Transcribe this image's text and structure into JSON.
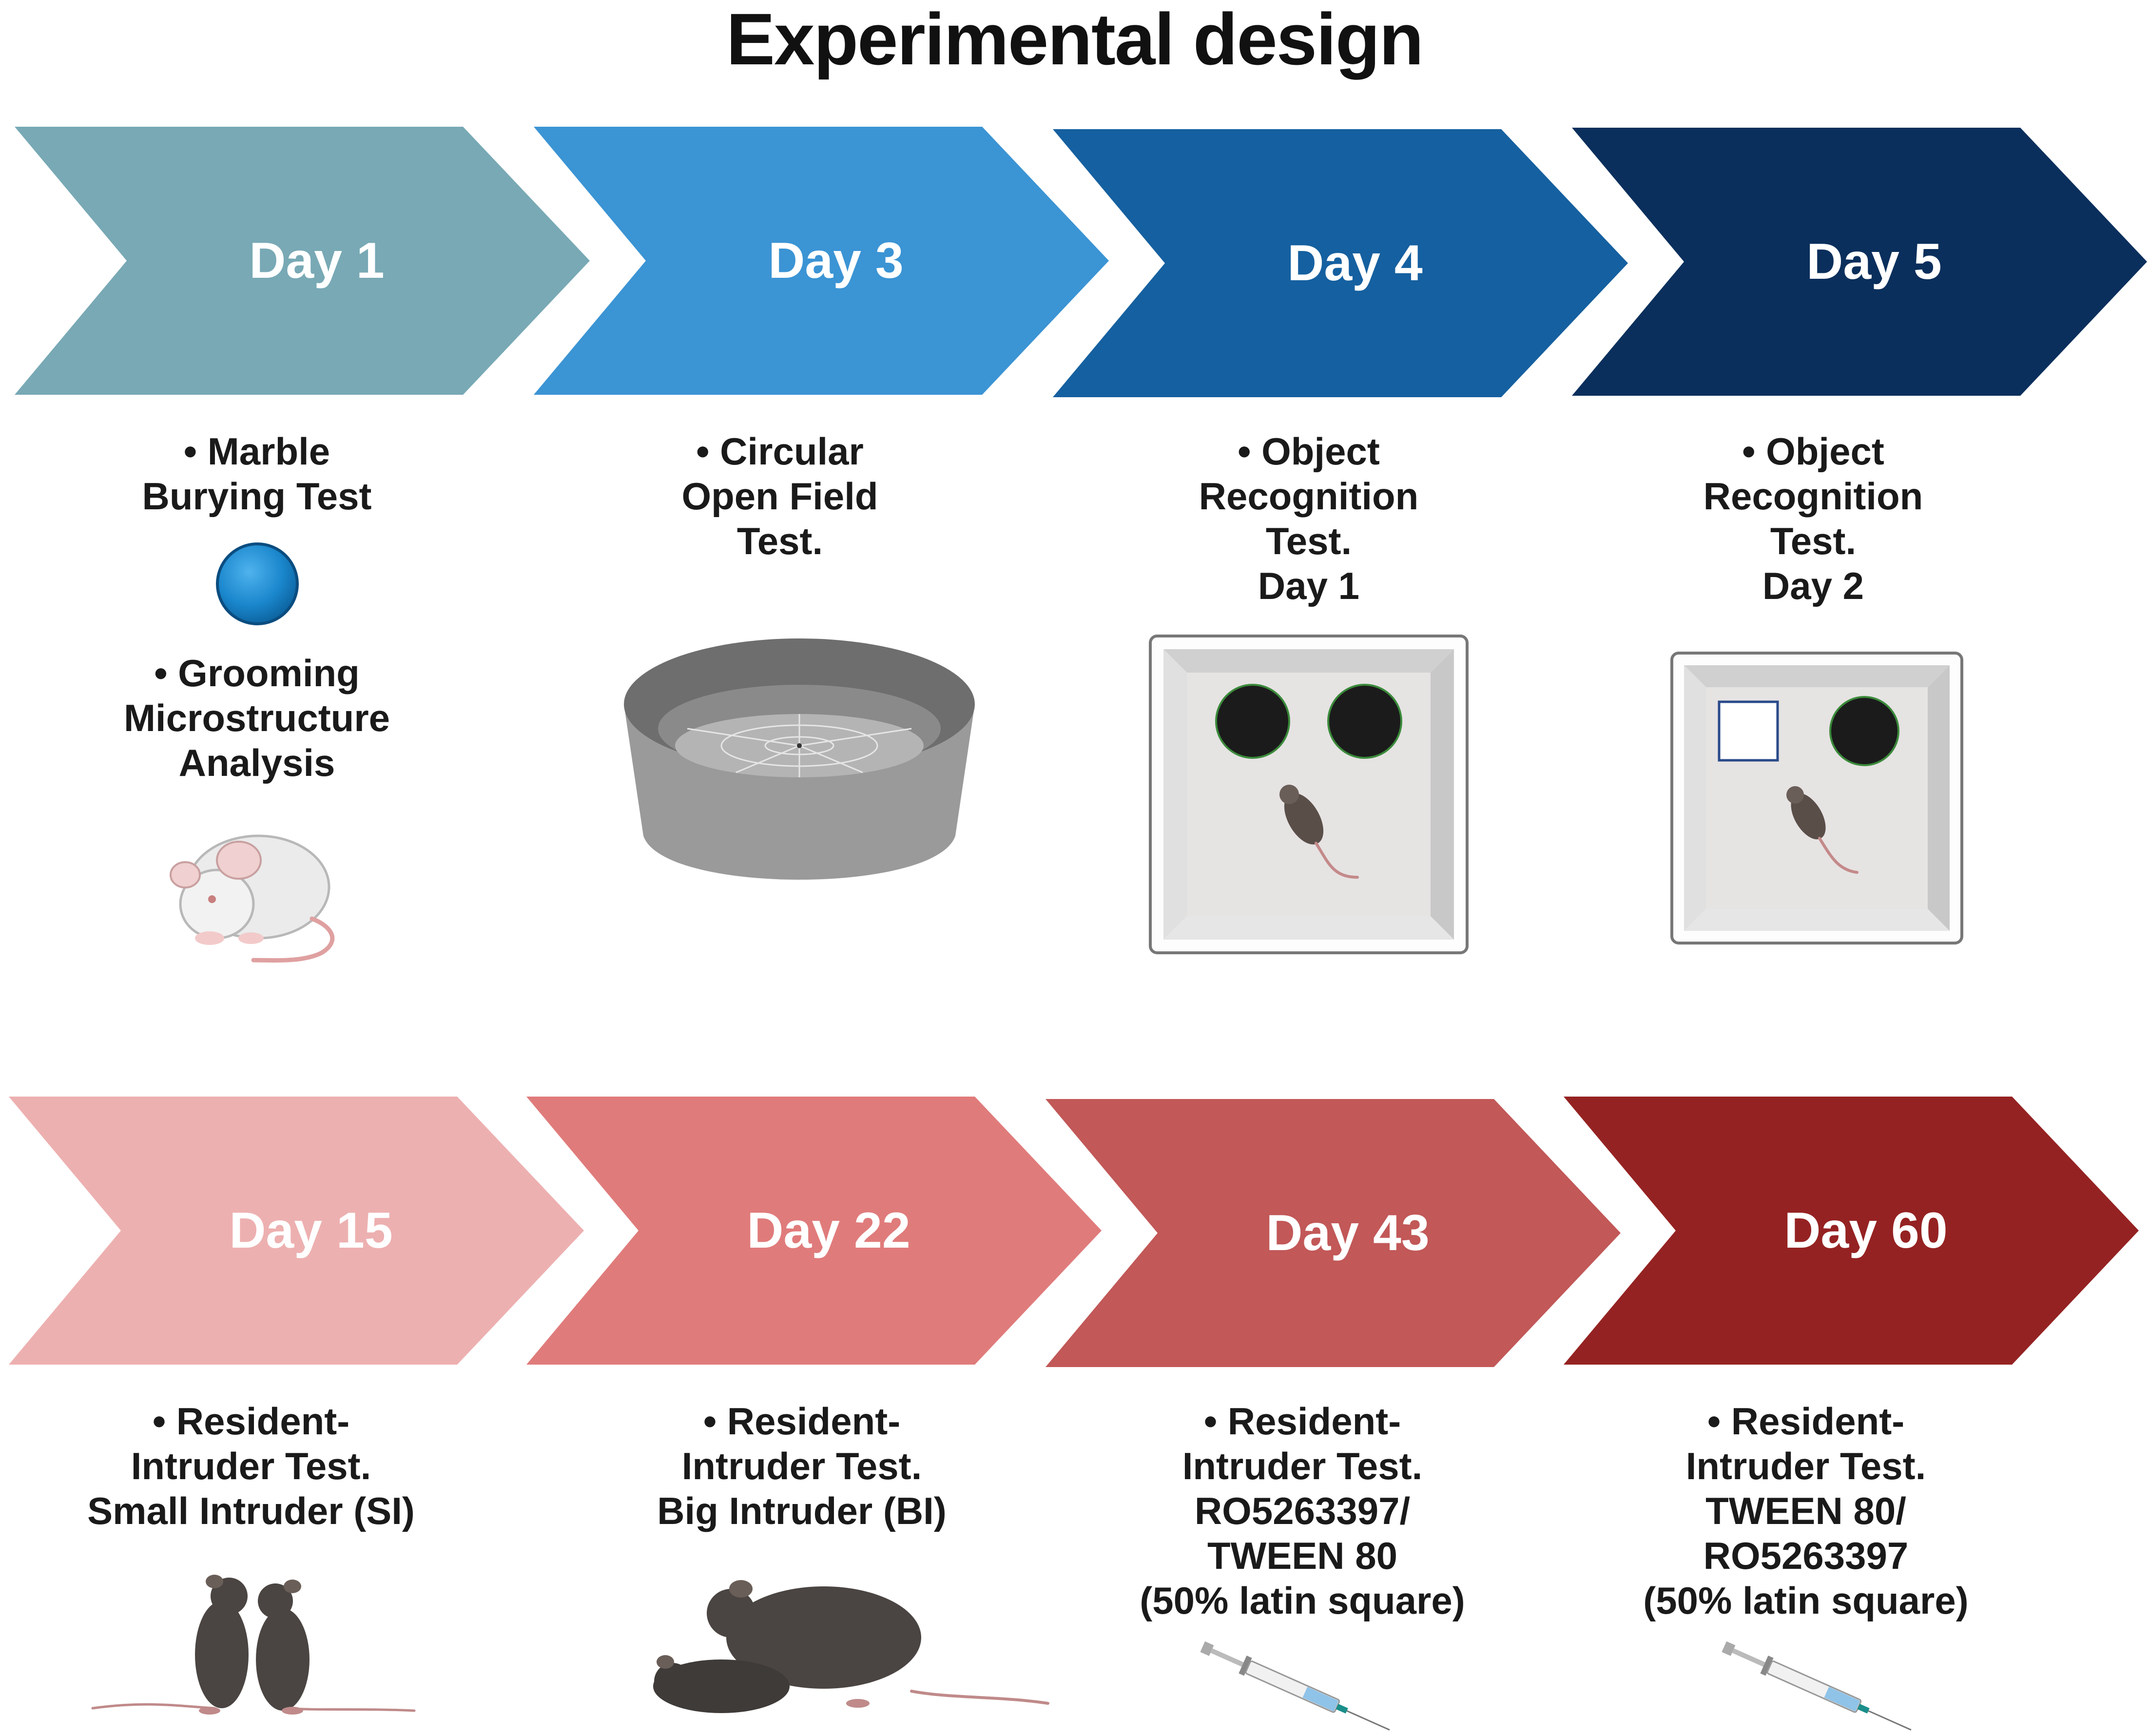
{
  "title": "Experimental design",
  "colors": {
    "day1": "#78a9b5",
    "day3": "#3b94d4",
    "day4": "#1560a0",
    "day5": "#0a2f5c",
    "day15": "#edb0b0",
    "day22": "#e07b7b",
    "day43": "#c25858",
    "day60": "#952222"
  },
  "stages": [
    {
      "day": "Day 1",
      "lines": [
        "• Marble",
        "Burying Test"
      ],
      "lines2": [
        "• Grooming",
        "Microstructure",
        "Analysis"
      ],
      "icons": [
        "blue-marble-icon",
        "white-mouse-grooming-icon"
      ]
    },
    {
      "day": "Day 3",
      "lines": [
        "• Circular",
        "Open Field",
        "Test."
      ],
      "icons": [
        "circular-arena-icon"
      ]
    },
    {
      "day": "Day 4",
      "lines": [
        "• Object",
        "Recognition",
        "Test.",
        "Day 1"
      ],
      "icons": [
        "arena-two-familiar-objects-icon"
      ]
    },
    {
      "day": "Day 5",
      "lines": [
        "• Object",
        "Recognition",
        "Test.",
        "Day 2"
      ],
      "icons": [
        "arena-novel-object-icon"
      ]
    },
    {
      "day": "Day 15",
      "lines": [
        "• Resident-",
        "Intruder Test.",
        "Small Intruder (SI)"
      ],
      "icons": [
        "two-mice-small-intruder-icon"
      ]
    },
    {
      "day": "Day 22",
      "lines": [
        "• Resident-",
        "Intruder Test.",
        "Big Intruder (BI)"
      ],
      "icons": [
        "two-mice-big-intruder-icon"
      ]
    },
    {
      "day": "Day 43",
      "lines": [
        "• Resident-",
        "Intruder Test.",
        "RO5263397/",
        "TWEEN 80",
        "(50% latin square)"
      ],
      "icons": [
        "syringe-icon"
      ]
    },
    {
      "day": "Day 60",
      "lines": [
        "• Resident-",
        "Intruder Test.",
        "TWEEN 80/",
        "RO5263397",
        "(50% latin square)"
      ],
      "icons": [
        "syringe-icon"
      ]
    }
  ]
}
